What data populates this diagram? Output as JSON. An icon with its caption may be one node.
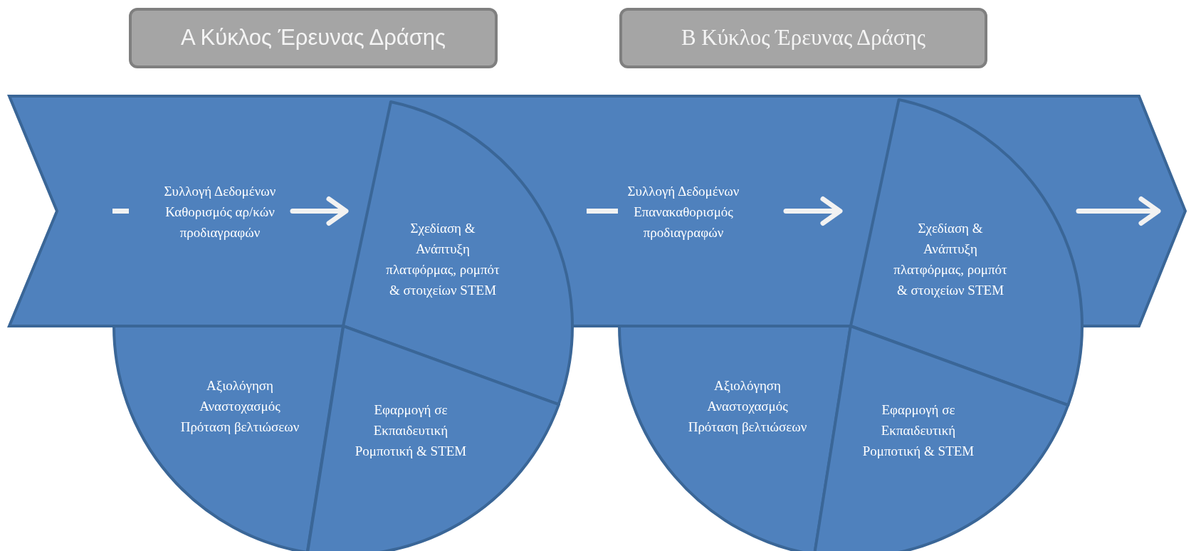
{
  "diagram": {
    "nodes": [
      {
        "text": [
          "Α Κύκλος Έρευνας Δράσης"
        ]
      },
      {
        "text": [
          "Β Κύκλος Έρευνας Δράσης"
        ]
      },
      {
        "text": [
          "Συλλογή Δεδομένων Καθορισμός αρ/κών προδιαγραφών",
          "Συλλογή Δεδομένων Επανακαθορισμός προδιαγραφών"
        ]
      },
      {
        "text": [
          "Σχεδίαση & Ανάπτυξη πλατφόρμας, ρομπότ & στοιχείων STEM"
        ]
      },
      {
        "text": [
          "Αξιολόγηση Αναστοχασμός Πρόταση βελτιώσεων"
        ]
      },
      {
        "text": [
          "Εφαρμογή σε Εκπαιδευτική Ρομποτική & STEM"
        ]
      },
      {
        "text": [
          "Σχεδίαση & Ανάπτυξη πλατφόρμας, ρομπότ & στοιχείων STEM"
        ]
      },
      {
        "text": [
          "Αξιολόγηση Αναστοχασμός Πρόταση βελτιώσεων"
        ]
      },
      {
        "text": [
          "Εφαρμογή σε Εκπαιδευτική Ρομποτική & STEM"
        ]
      }
    ]
  }
}
